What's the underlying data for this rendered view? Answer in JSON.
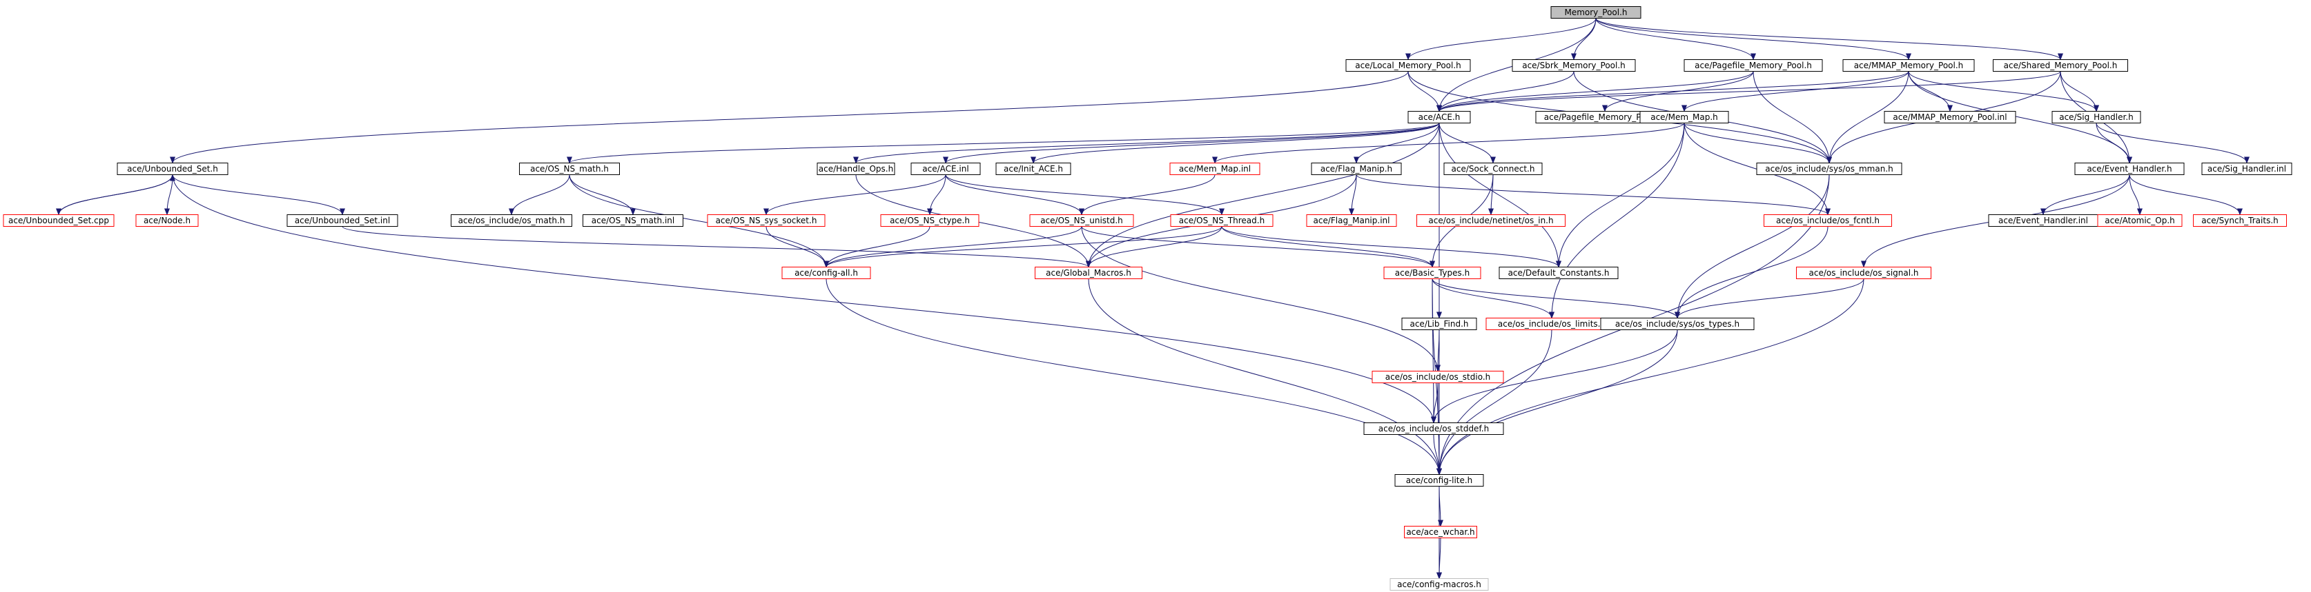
{
  "colors": {
    "edge": "#191970",
    "border_black": "#000000",
    "border_red": "#ff0000",
    "border_gray": "#bfbfbf",
    "root_fill": "#bfbfbf",
    "fill": "#ffffff"
  },
  "nodes": [
    {
      "id": "memory_pool_h",
      "label": "Memory_Pool.h",
      "style": "root"
    },
    {
      "id": "local_memory_pool_h",
      "label": "ace/Local_Memory_Pool.h",
      "style": "black"
    },
    {
      "id": "sbrk_memory_pool_h",
      "label": "ace/Sbrk_Memory_Pool.h",
      "style": "black"
    },
    {
      "id": "pagefile_memory_pool_h",
      "label": "ace/Pagefile_Memory_Pool.h",
      "style": "black"
    },
    {
      "id": "mmap_memory_pool_h",
      "label": "ace/MMAP_Memory_Pool.h",
      "style": "black"
    },
    {
      "id": "shared_memory_pool_h",
      "label": "ace/Shared_Memory_Pool.h",
      "style": "black"
    },
    {
      "id": "ace_h",
      "label": "ace/ACE.h",
      "style": "black"
    },
    {
      "id": "pagefile_memory_pool_inl",
      "label": "ace/Pagefile_Memory_Pool.inl",
      "style": "black"
    },
    {
      "id": "mem_map_h",
      "label": "ace/Mem_Map.h",
      "style": "black"
    },
    {
      "id": "mmap_memory_pool_inl",
      "label": "ace/MMAP_Memory_Pool.inl",
      "style": "black"
    },
    {
      "id": "sig_handler_h",
      "label": "ace/Sig_Handler.h",
      "style": "black"
    },
    {
      "id": "unbounded_set_h",
      "label": "ace/Unbounded_Set.h",
      "style": "black"
    },
    {
      "id": "os_ns_math_h",
      "label": "ace/OS_NS_math.h",
      "style": "black"
    },
    {
      "id": "handle_ops_h",
      "label": "ace/Handle_Ops.h",
      "style": "black"
    },
    {
      "id": "ace_inl",
      "label": "ace/ACE.inl",
      "style": "black"
    },
    {
      "id": "init_ace_h",
      "label": "ace/Init_ACE.h",
      "style": "black"
    },
    {
      "id": "mem_map_inl",
      "label": "ace/Mem_Map.inl",
      "style": "red"
    },
    {
      "id": "flag_manip_h",
      "label": "ace/Flag_Manip.h",
      "style": "black"
    },
    {
      "id": "sock_connect_h",
      "label": "ace/Sock_Connect.h",
      "style": "black"
    },
    {
      "id": "os_mman_h",
      "label": "ace/os_include/sys/os_mman.h",
      "style": "black"
    },
    {
      "id": "event_handler_h",
      "label": "ace/Event_Handler.h",
      "style": "black"
    },
    {
      "id": "sig_handler_inl",
      "label": "ace/Sig_Handler.inl",
      "style": "black"
    },
    {
      "id": "unbounded_set_cpp",
      "label": "ace/Unbounded_Set.cpp",
      "style": "red"
    },
    {
      "id": "node_h",
      "label": "ace/Node.h",
      "style": "red"
    },
    {
      "id": "unbounded_set_inl",
      "label": "ace/Unbounded_Set.inl",
      "style": "black"
    },
    {
      "id": "os_math_h",
      "label": "ace/os_include/os_math.h",
      "style": "black"
    },
    {
      "id": "os_ns_math_inl",
      "label": "ace/OS_NS_math.inl",
      "style": "black"
    },
    {
      "id": "os_ns_sys_socket_h",
      "label": "ace/OS_NS_sys_socket.h",
      "style": "red"
    },
    {
      "id": "os_ns_ctype_h",
      "label": "ace/OS_NS_ctype.h",
      "style": "red"
    },
    {
      "id": "os_ns_unistd_h",
      "label": "ace/OS_NS_unistd.h",
      "style": "red"
    },
    {
      "id": "os_ns_thread_h",
      "label": "ace/OS_NS_Thread.h",
      "style": "red"
    },
    {
      "id": "flag_manip_inl",
      "label": "ace/Flag_Manip.inl",
      "style": "red"
    },
    {
      "id": "os_in_h",
      "label": "ace/os_include/netinet/os_in.h",
      "style": "red"
    },
    {
      "id": "os_fcntl_h",
      "label": "ace/os_include/os_fcntl.h",
      "style": "red"
    },
    {
      "id": "event_handler_inl",
      "label": "ace/Event_Handler.inl",
      "style": "black"
    },
    {
      "id": "atomic_op_h",
      "label": "ace/Atomic_Op.h",
      "style": "red"
    },
    {
      "id": "synch_traits_h",
      "label": "ace/Synch_Traits.h",
      "style": "red"
    },
    {
      "id": "config_all_h",
      "label": "ace/config-all.h",
      "style": "red"
    },
    {
      "id": "global_macros_h",
      "label": "ace/Global_Macros.h",
      "style": "red"
    },
    {
      "id": "basic_types_h",
      "label": "ace/Basic_Types.h",
      "style": "red"
    },
    {
      "id": "default_constants_h",
      "label": "ace/Default_Constants.h",
      "style": "black"
    },
    {
      "id": "os_signal_h",
      "label": "ace/os_include/os_signal.h",
      "style": "red"
    },
    {
      "id": "lib_find_h",
      "label": "ace/Lib_Find.h",
      "style": "black"
    },
    {
      "id": "os_limits_h",
      "label": "ace/os_include/os_limits.h",
      "style": "red"
    },
    {
      "id": "os_types_h",
      "label": "ace/os_include/sys/os_types.h",
      "style": "black"
    },
    {
      "id": "os_stdio_h",
      "label": "ace/os_include/os_stdio.h",
      "style": "red"
    },
    {
      "id": "os_stddef_h",
      "label": "ace/os_include/os_stddef.h",
      "style": "black"
    },
    {
      "id": "config_lite_h",
      "label": "ace/config-lite.h",
      "style": "black"
    },
    {
      "id": "ace_wchar_h",
      "label": "ace/ace_wchar.h",
      "style": "red"
    },
    {
      "id": "config_macros_h",
      "label": "ace/config-macros.h",
      "style": "gray"
    }
  ],
  "edges": [
    [
      "memory_pool_h",
      "local_memory_pool_h"
    ],
    [
      "memory_pool_h",
      "sbrk_memory_pool_h"
    ],
    [
      "memory_pool_h",
      "pagefile_memory_pool_h"
    ],
    [
      "memory_pool_h",
      "mmap_memory_pool_h"
    ],
    [
      "memory_pool_h",
      "shared_memory_pool_h"
    ],
    [
      "memory_pool_h",
      "ace_h"
    ],
    [
      "local_memory_pool_h",
      "ace_h"
    ],
    [
      "local_memory_pool_h",
      "unbounded_set_h"
    ],
    [
      "local_memory_pool_h",
      "os_mman_h"
    ],
    [
      "sbrk_memory_pool_h",
      "ace_h"
    ],
    [
      "sbrk_memory_pool_h",
      "os_mman_h"
    ],
    [
      "pagefile_memory_pool_h",
      "ace_h"
    ],
    [
      "pagefile_memory_pool_h",
      "pagefile_memory_pool_inl"
    ],
    [
      "pagefile_memory_pool_h",
      "os_mman_h"
    ],
    [
      "mmap_memory_pool_h",
      "ace_h"
    ],
    [
      "mmap_memory_pool_h",
      "mem_map_h"
    ],
    [
      "mmap_memory_pool_h",
      "mmap_memory_pool_inl"
    ],
    [
      "mmap_memory_pool_h",
      "sig_handler_h"
    ],
    [
      "mmap_memory_pool_h",
      "event_handler_h"
    ],
    [
      "mmap_memory_pool_h",
      "os_mman_h"
    ],
    [
      "shared_memory_pool_h",
      "ace_h"
    ],
    [
      "shared_memory_pool_h",
      "sig_handler_h"
    ],
    [
      "shared_memory_pool_h",
      "event_handler_h"
    ],
    [
      "shared_memory_pool_h",
      "os_mman_h"
    ],
    [
      "ace_h",
      "os_ns_math_h"
    ],
    [
      "ace_h",
      "handle_ops_h"
    ],
    [
      "ace_h",
      "ace_inl"
    ],
    [
      "ace_h",
      "init_ace_h"
    ],
    [
      "ace_h",
      "flag_manip_h"
    ],
    [
      "ace_h",
      "sock_connect_h"
    ],
    [
      "ace_h",
      "default_constants_h"
    ],
    [
      "ace_h",
      "global_macros_h"
    ],
    [
      "ace_h",
      "lib_find_h"
    ],
    [
      "ace_h",
      "config_lite_h"
    ],
    [
      "mem_map_h",
      "mem_map_inl"
    ],
    [
      "mem_map_h",
      "os_mman_h"
    ],
    [
      "mem_map_h",
      "os_fcntl_h"
    ],
    [
      "mem_map_h",
      "default_constants_h"
    ],
    [
      "mem_map_h",
      "os_limits_h"
    ],
    [
      "sig_handler_h",
      "event_handler_h"
    ],
    [
      "sig_handler_h",
      "sig_handler_inl"
    ],
    [
      "event_handler_h",
      "event_handler_inl"
    ],
    [
      "event_handler_h",
      "atomic_op_h"
    ],
    [
      "event_handler_h",
      "synch_traits_h"
    ],
    [
      "event_handler_h",
      "os_signal_h"
    ],
    [
      "unbounded_set_h",
      "unbounded_set_cpp"
    ],
    [
      "unbounded_set_cpp",
      "unbounded_set_h"
    ],
    [
      "unbounded_set_h",
      "node_h"
    ],
    [
      "unbounded_set_h",
      "unbounded_set_inl"
    ],
    [
      "unbounded_set_h",
      "os_stddef_h"
    ],
    [
      "unbounded_set_inl",
      "global_macros_h"
    ],
    [
      "os_ns_math_h",
      "os_math_h"
    ],
    [
      "os_ns_math_h",
      "os_ns_math_inl"
    ],
    [
      "os_ns_math_h",
      "config_all_h"
    ],
    [
      "handle_ops_h",
      "global_macros_h"
    ],
    [
      "ace_inl",
      "os_ns_sys_socket_h"
    ],
    [
      "ace_inl",
      "os_ns_ctype_h"
    ],
    [
      "ace_inl",
      "os_ns_unistd_h"
    ],
    [
      "ace_inl",
      "os_ns_thread_h"
    ],
    [
      "mem_map_inl",
      "os_ns_unistd_h"
    ],
    [
      "flag_manip_h",
      "flag_manip_inl"
    ],
    [
      "flag_manip_h",
      "os_fcntl_h"
    ],
    [
      "flag_manip_h",
      "global_macros_h"
    ],
    [
      "sock_connect_h",
      "os_in_h"
    ],
    [
      "sock_connect_h",
      "basic_types_h"
    ],
    [
      "os_mman_h",
      "os_types_h"
    ],
    [
      "os_mman_h",
      "config_lite_h"
    ],
    [
      "os_ns_sys_socket_h",
      "config_all_h"
    ],
    [
      "os_ns_ctype_h",
      "config_all_h"
    ],
    [
      "os_ns_unistd_h",
      "config_all_h"
    ],
    [
      "os_ns_unistd_h",
      "basic_types_h"
    ],
    [
      "os_ns_unistd_h",
      "os_stdio_h"
    ],
    [
      "os_ns_thread_h",
      "global_macros_h"
    ],
    [
      "os_ns_thread_h",
      "basic_types_h"
    ],
    [
      "os_ns_thread_h",
      "default_constants_h"
    ],
    [
      "os_ns_thread_h",
      "config_all_h"
    ],
    [
      "os_fcntl_h",
      "os_types_h"
    ],
    [
      "config_all_h",
      "config_lite_h"
    ],
    [
      "global_macros_h",
      "config_lite_h"
    ],
    [
      "basic_types_h",
      "os_limits_h"
    ],
    [
      "basic_types_h",
      "os_types_h"
    ],
    [
      "basic_types_h",
      "os_stddef_h"
    ],
    [
      "basic_types_h",
      "config_lite_h"
    ],
    [
      "os_signal_h",
      "os_types_h"
    ],
    [
      "os_signal_h",
      "config_lite_h"
    ],
    [
      "lib_find_h",
      "os_stdio_h"
    ],
    [
      "os_limits_h",
      "config_lite_h"
    ],
    [
      "os_types_h",
      "os_stddef_h"
    ],
    [
      "os_types_h",
      "config_lite_h"
    ],
    [
      "os_stdio_h",
      "os_stddef_h"
    ],
    [
      "os_stdio_h",
      "config_lite_h"
    ],
    [
      "os_stddef_h",
      "config_lite_h"
    ],
    [
      "config_lite_h",
      "ace_wchar_h"
    ],
    [
      "config_lite_h",
      "config_macros_h"
    ],
    [
      "ace_wchar_h",
      "config_macros_h"
    ]
  ]
}
